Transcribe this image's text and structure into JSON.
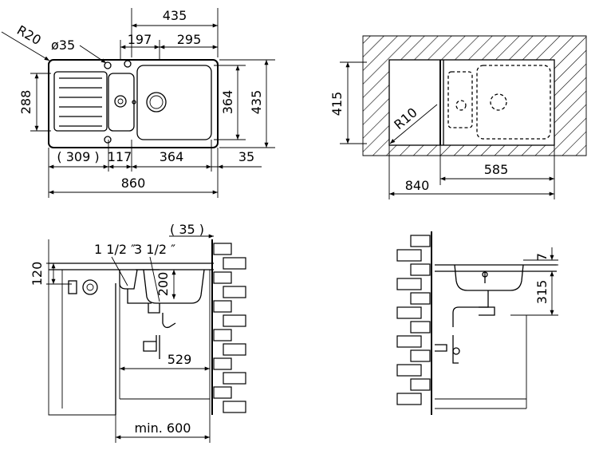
{
  "top_view": {
    "width_435": "435",
    "radius": "R20",
    "hole_dia": "ø35",
    "dim_197": "197",
    "dim_295": "295",
    "dim_288": "288",
    "dim_364_v": "364",
    "dim_435_v": "435",
    "dim_309": "( 309 )",
    "dim_117": "117",
    "dim_364_h": "364",
    "dim_35": "35",
    "dim_860": "860"
  },
  "cabinet_view": {
    "dim_415": "415",
    "radius": "R10",
    "dim_585": "585",
    "dim_840": "840"
  },
  "front_section": {
    "dim_35": "( 35 )",
    "pipe_1": "1 1/2 ″",
    "pipe_2": "3 1/2 ″",
    "dim_120": "120",
    "dim_200": "200",
    "dim_529": "529",
    "dim_min600": "min. 600"
  },
  "side_section": {
    "dim_7": "7",
    "dim_315": "315"
  }
}
